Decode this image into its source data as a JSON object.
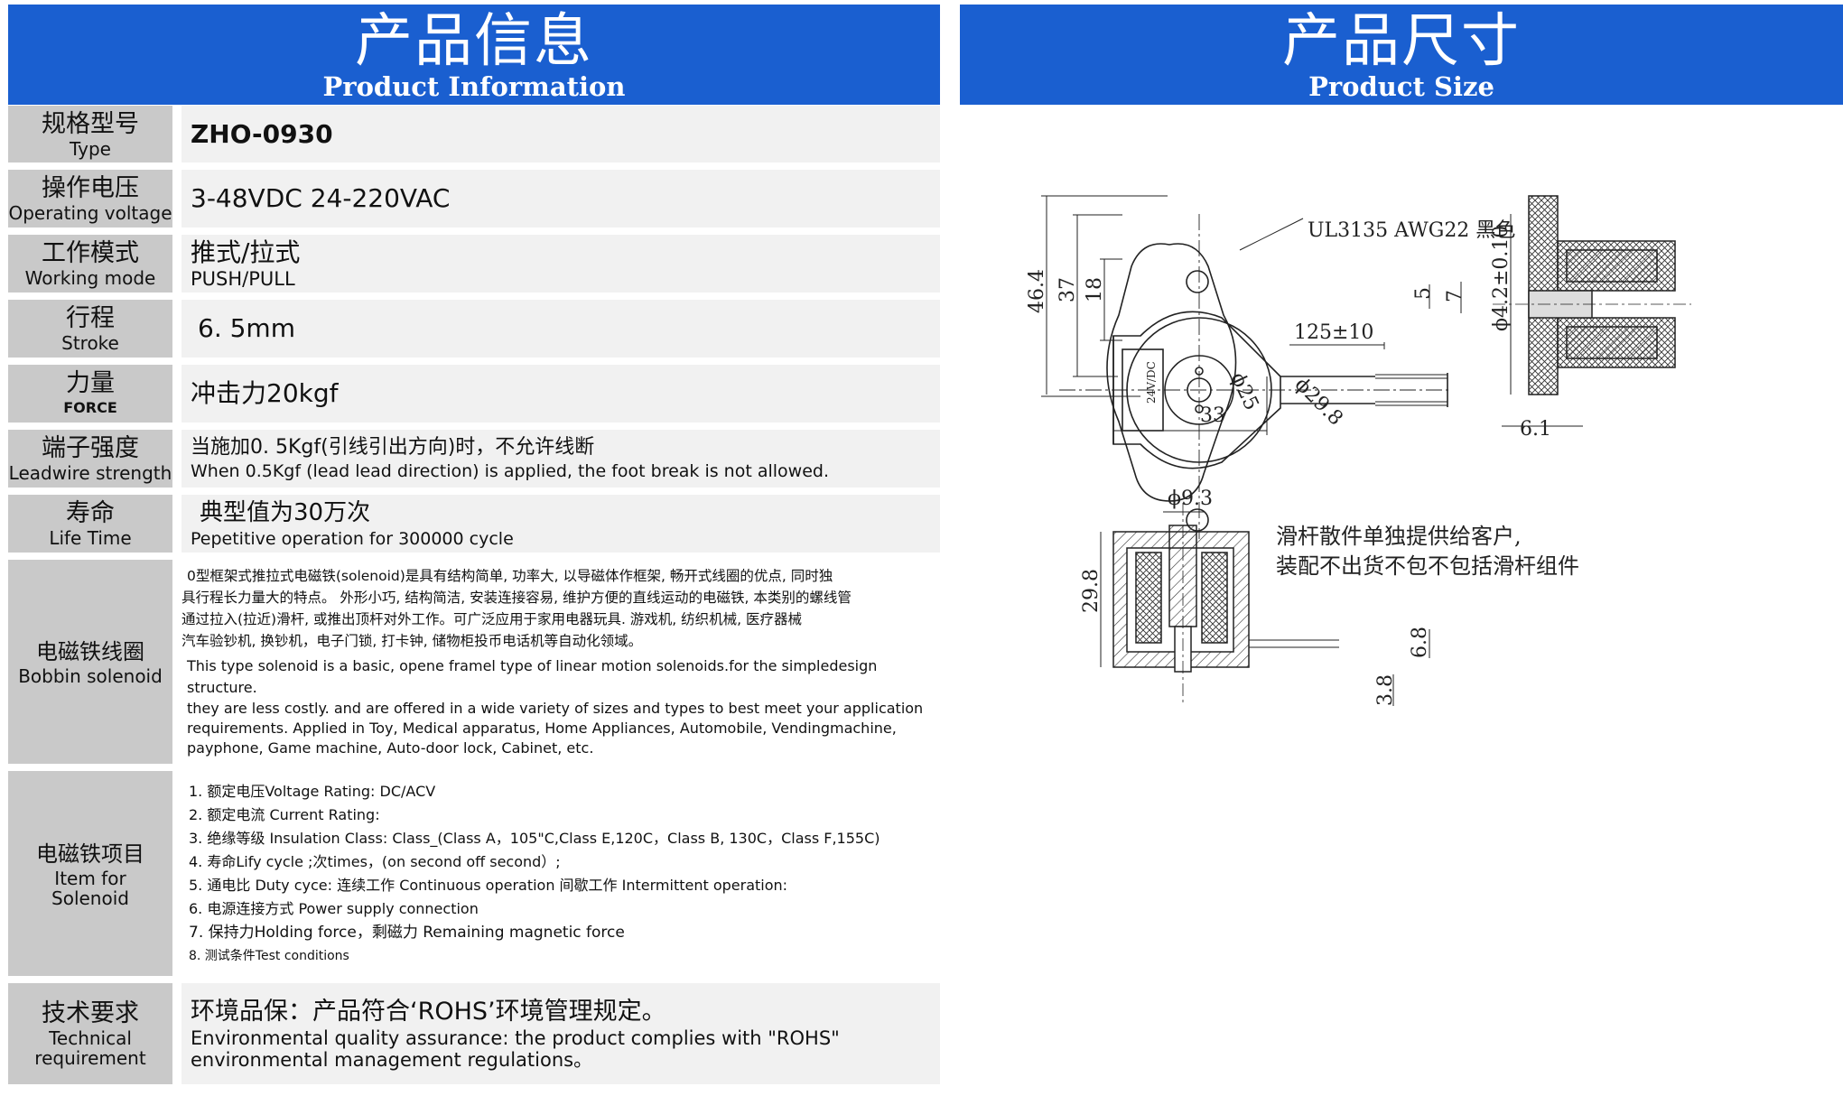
{
  "left_header": {
    "title_cn": "产品信息",
    "title_en": "Product Information"
  },
  "right_header": {
    "title_cn": "产品尺寸",
    "title_en": "Product Size"
  },
  "specs": {
    "type": {
      "label_cn": "规格型号",
      "label_en": "Type",
      "value": "ZHO-0930"
    },
    "voltage": {
      "label_cn": "操作电压",
      "label_en": "Operating voltage",
      "value": "3-48VDC 24-220VAC"
    },
    "mode": {
      "label_cn": "工作模式",
      "label_en": "Working mode",
      "value_cn": "推式/拉式",
      "value_en": "PUSH/PULL"
    },
    "stroke": {
      "label_cn": "行程",
      "label_en": "Stroke",
      "value": "6. 5mm"
    },
    "force": {
      "label_cn": "力量",
      "label_en": "FORCE",
      "value": "冲击力20kgf"
    },
    "leadwire": {
      "label_cn": "端子强度",
      "label_en": "Leadwire strength",
      "value_cn": "当施加0. 5Kgf(引线引出方向)时，不允许线断",
      "value_en": "When 0.5Kgf (lead lead direction) is applied, the foot break is not allowed."
    },
    "life": {
      "label_cn": "寿命",
      "label_en": "Life Time",
      "value_cn": "典型值为30万次",
      "value_en": "Pepetitive operation for  300000 cycle"
    },
    "bobbin": {
      "label_cn": "电磁铁线圈",
      "label_en": "Bobbin solenoid",
      "lines": [
        "0型框架式推拉式电磁铁(solenoid)是具有结构简单, 功率大, 以导磁体作框架, 畅开式线圈的优点, 同时独",
        "具行程长力量大的特点。 外形小巧, 结构简洁, 安装连接容易, 维护方便的直线运动的电磁铁, 本类别的螺线管",
        "通过拉入(拉近)滑杆, 或推出顶杆对外工作。可广泛应用于家用电器玩具. 游戏机, 纺织机械, 医疗器械",
        "汽车验钞机, 换钞机，电子门锁, 打卡钟, 储物柜投币电话机等自动化领域。",
        "This type solenoid is a basic, opene framel type of linear motion solenoids.for the simpledesign structure.",
        "they are less costly. and are offered in a wide variety of sizes and types to best meet your application",
        "requirements. Applied in Toy, Medical apparatus, Home Appliances, Automobile, Vendingmachine,",
        "payphone, Game machine, Auto-door lock, Cabinet, etc."
      ]
    },
    "items": {
      "label_cn": "电磁铁项目",
      "label_en_1": "Item for",
      "label_en_2": "Solenoid",
      "lines": [
        "1. 额定电压Voltage Rating: DC/ACV",
        "2. 额定电流  Current Rating:",
        "3. 绝缘等级  Insulation Class: Class_(Class A，105\"C,Class E,120C，Class B, 130C，Class F,155C)",
        "4. 寿命Lify cycle ;次times，(on second off  second）;",
        "5. 通电比  Duty cyce:  连续工作  Continuous operation  间歇工作  Intermittent operation:",
        "6. 电源连接方式  Power supply connection",
        "7. 保持力Holding force，剩磁力 Remaining magnetic force",
        "8. 测试条件Test conditions"
      ]
    },
    "tech": {
      "label_cn": "技术要求",
      "label_en_1": "Technical",
      "label_en_2": "requirement",
      "value_cn": "环境品保：产品符合‘ROHS’环境管理规定。",
      "value_en_1": "Environmental quality assurance: the product complies with \"ROHS\"",
      "value_en_2": "environmental management regulations。"
    }
  },
  "drawing": {
    "dims": {
      "d46": "46.4",
      "d37": "37",
      "d18": "18",
      "d33": "33",
      "d25": "ϕ25",
      "d298": "ϕ29.8",
      "d125": "125±10",
      "d5": "5",
      "d7": "7",
      "d42": "ϕ4.2±0.10",
      "d61": "6.1",
      "d93": "ϕ9.3",
      "d298b": "29.8",
      "d68": "6.8",
      "d38": "3.8"
    },
    "labels": {
      "wire": "UL3135  AWG22  黑色",
      "coil": "24V/DC",
      "note1": "滑杆散件单独提供给客户,",
      "note2": "装配不出货不包不包括滑杆组件"
    }
  }
}
